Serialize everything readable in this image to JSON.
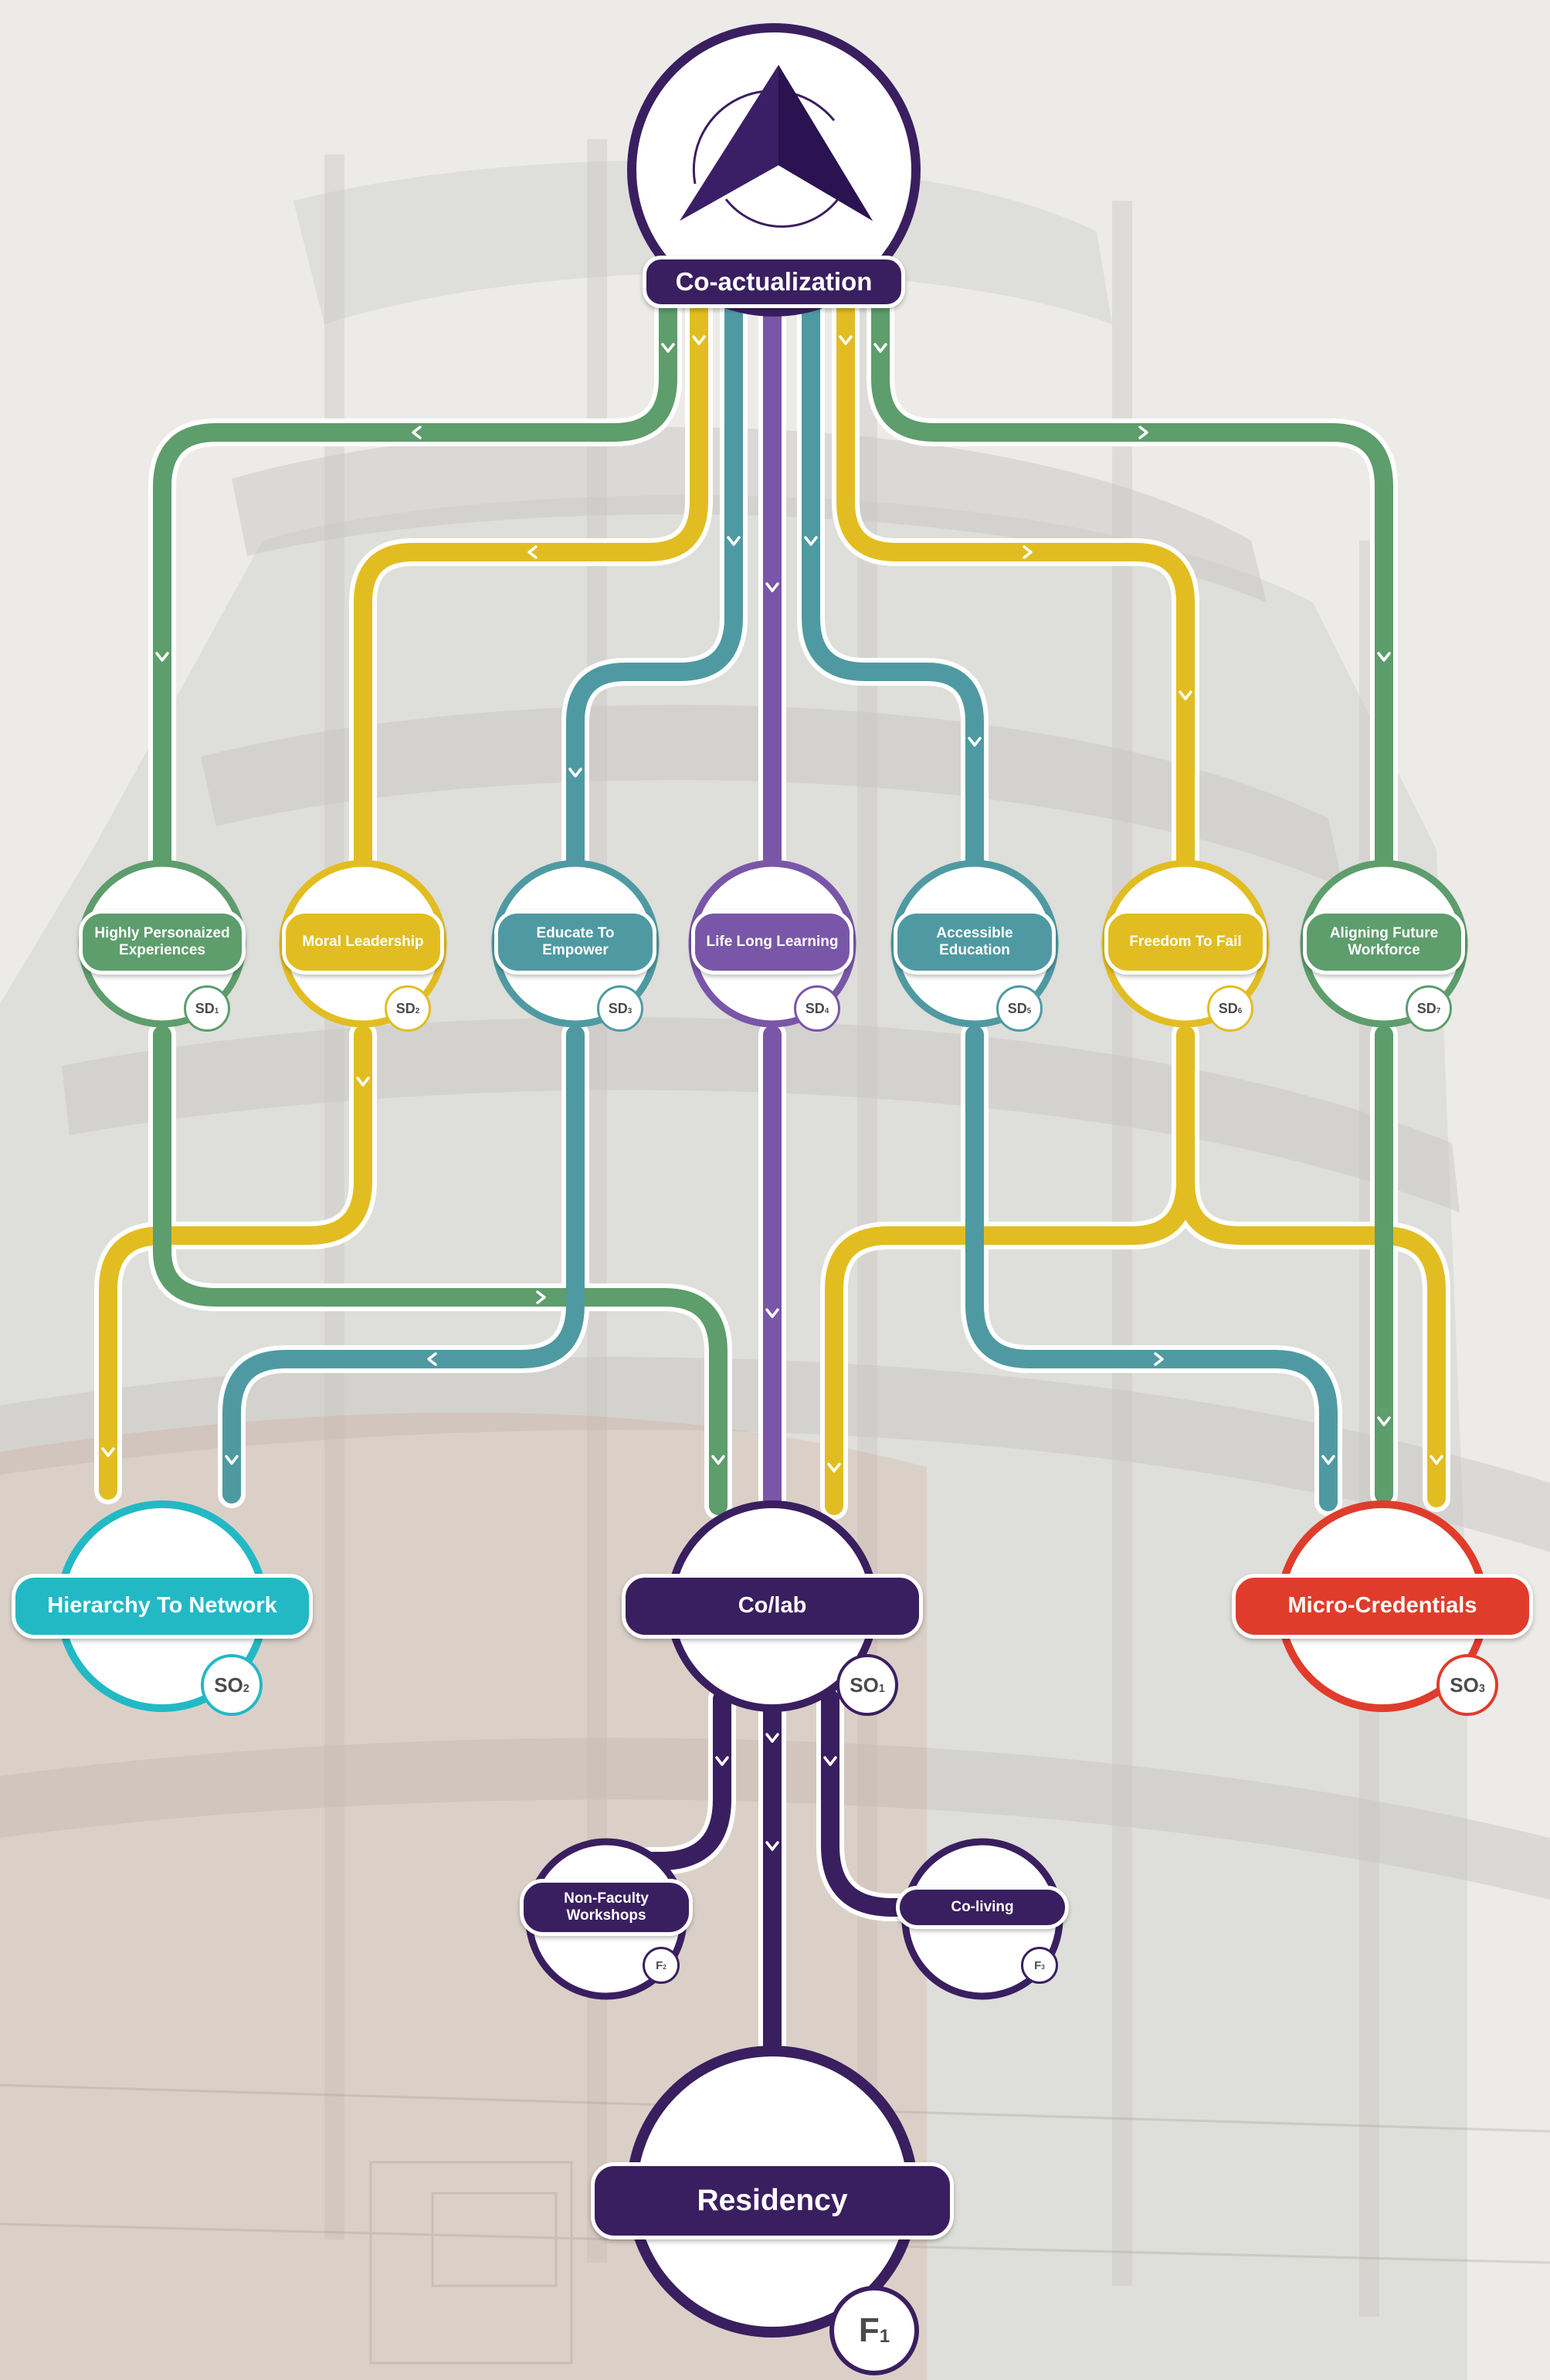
{
  "palette": {
    "green": "#5e9d6c",
    "yellow": "#e2bd22",
    "teal": "#4f9aa2",
    "purple": "#7a56a9",
    "dark_purple": "#3a1f60",
    "cyan": "#22b9c5",
    "red": "#e03c2c"
  },
  "top": {
    "label": "Co-actualization",
    "logo_icon": "arrowhead-logo-icon"
  },
  "sd_nodes": [
    {
      "label": "Highly Personaized Experiences",
      "badge": "SD",
      "sub": "1",
      "color": "green"
    },
    {
      "label": "Moral Leadership",
      "badge": "SD",
      "sub": "2",
      "color": "yellow"
    },
    {
      "label": "Educate To Empower",
      "badge": "SD",
      "sub": "3",
      "color": "teal"
    },
    {
      "label": "Life Long Learning",
      "badge": "SD",
      "sub": "4",
      "color": "purple"
    },
    {
      "label": "Accessible Education",
      "badge": "SD",
      "sub": "5",
      "color": "teal"
    },
    {
      "label": "Freedom To Fail",
      "badge": "SD",
      "sub": "6",
      "color": "yellow"
    },
    {
      "label": "Aligning Future Workforce",
      "badge": "SD",
      "sub": "7",
      "color": "green"
    }
  ],
  "so_nodes": [
    {
      "label": "Hierarchy To Network",
      "badge": "SO",
      "sub": "2",
      "color": "cyan"
    },
    {
      "label": "Co/lab",
      "badge": "SO",
      "sub": "1",
      "color": "dark_purple"
    },
    {
      "label": "Micro-Credentials",
      "badge": "SO",
      "sub": "3",
      "color": "red"
    }
  ],
  "f_nodes": [
    {
      "label": "Non-Faculty Workshops",
      "badge": "F",
      "sub": "2",
      "color": "dark_purple"
    },
    {
      "label": "Co-living",
      "badge": "F",
      "sub": "3",
      "color": "dark_purple"
    },
    {
      "label": "Residency",
      "badge": "F",
      "sub": "1",
      "color": "dark_purple"
    }
  ]
}
